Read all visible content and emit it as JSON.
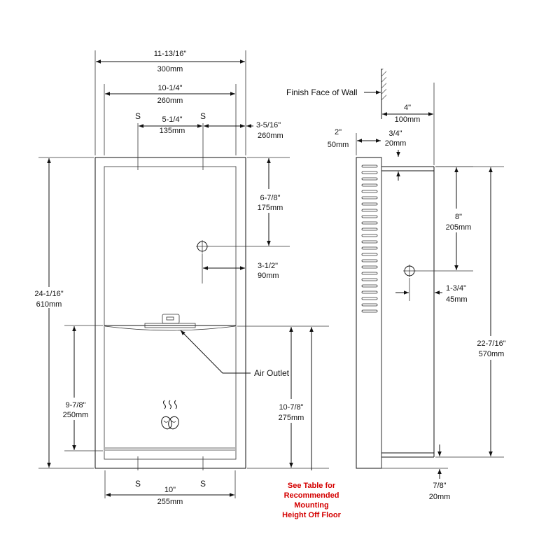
{
  "front_view": {
    "overall_width": {
      "imperial": "11-13/16\"",
      "metric": "300mm"
    },
    "inner_width": {
      "imperial": "10-1/4\"",
      "metric": "260mm"
    },
    "stud_spacing": {
      "imperial": "5-1/4\"",
      "metric": "135mm"
    },
    "stud_offset": {
      "imperial": "3-5/16\"",
      "metric": "260mm"
    },
    "stud_label": "S",
    "overall_height": {
      "imperial": "24-1/16\"",
      "metric": "610mm"
    },
    "sensor_from_top": {
      "imperial": "6-7/8\"",
      "metric": "175mm"
    },
    "sensor_from_side": {
      "imperial": "3-1/2\"",
      "metric": "90mm"
    },
    "lower_height_left": {
      "imperial": "9-7/8\"",
      "metric": "250mm"
    },
    "lower_height_right": {
      "imperial": "10-7/8\"",
      "metric": "275mm"
    },
    "air_outlet_label": "Air Outlet",
    "bottom_width": {
      "imperial": "10\"",
      "metric": "255mm"
    },
    "mounting_note": [
      "See Table for",
      "Recommended",
      "Mounting",
      "Height Off Floor"
    ]
  },
  "side_view": {
    "wall_label": "Finish Face of Wall",
    "depth": {
      "imperial": "4\"",
      "metric": "100mm"
    },
    "projection": {
      "imperial": "2\"",
      "metric": "50mm"
    },
    "flange": {
      "imperial": "3/4\"",
      "metric": "20mm"
    },
    "sensor_from_top": {
      "imperial": "8\"",
      "metric": "205mm"
    },
    "sensor_from_wall": {
      "imperial": "1-3/4\"",
      "metric": "45mm"
    },
    "inner_height": {
      "imperial": "22-7/16\"",
      "metric": "570mm"
    },
    "bottom_lip": {
      "imperial": "7/8\"",
      "metric": "20mm"
    }
  },
  "colors": {
    "line": "#111111",
    "note": "#d40000",
    "background": "#ffffff"
  }
}
